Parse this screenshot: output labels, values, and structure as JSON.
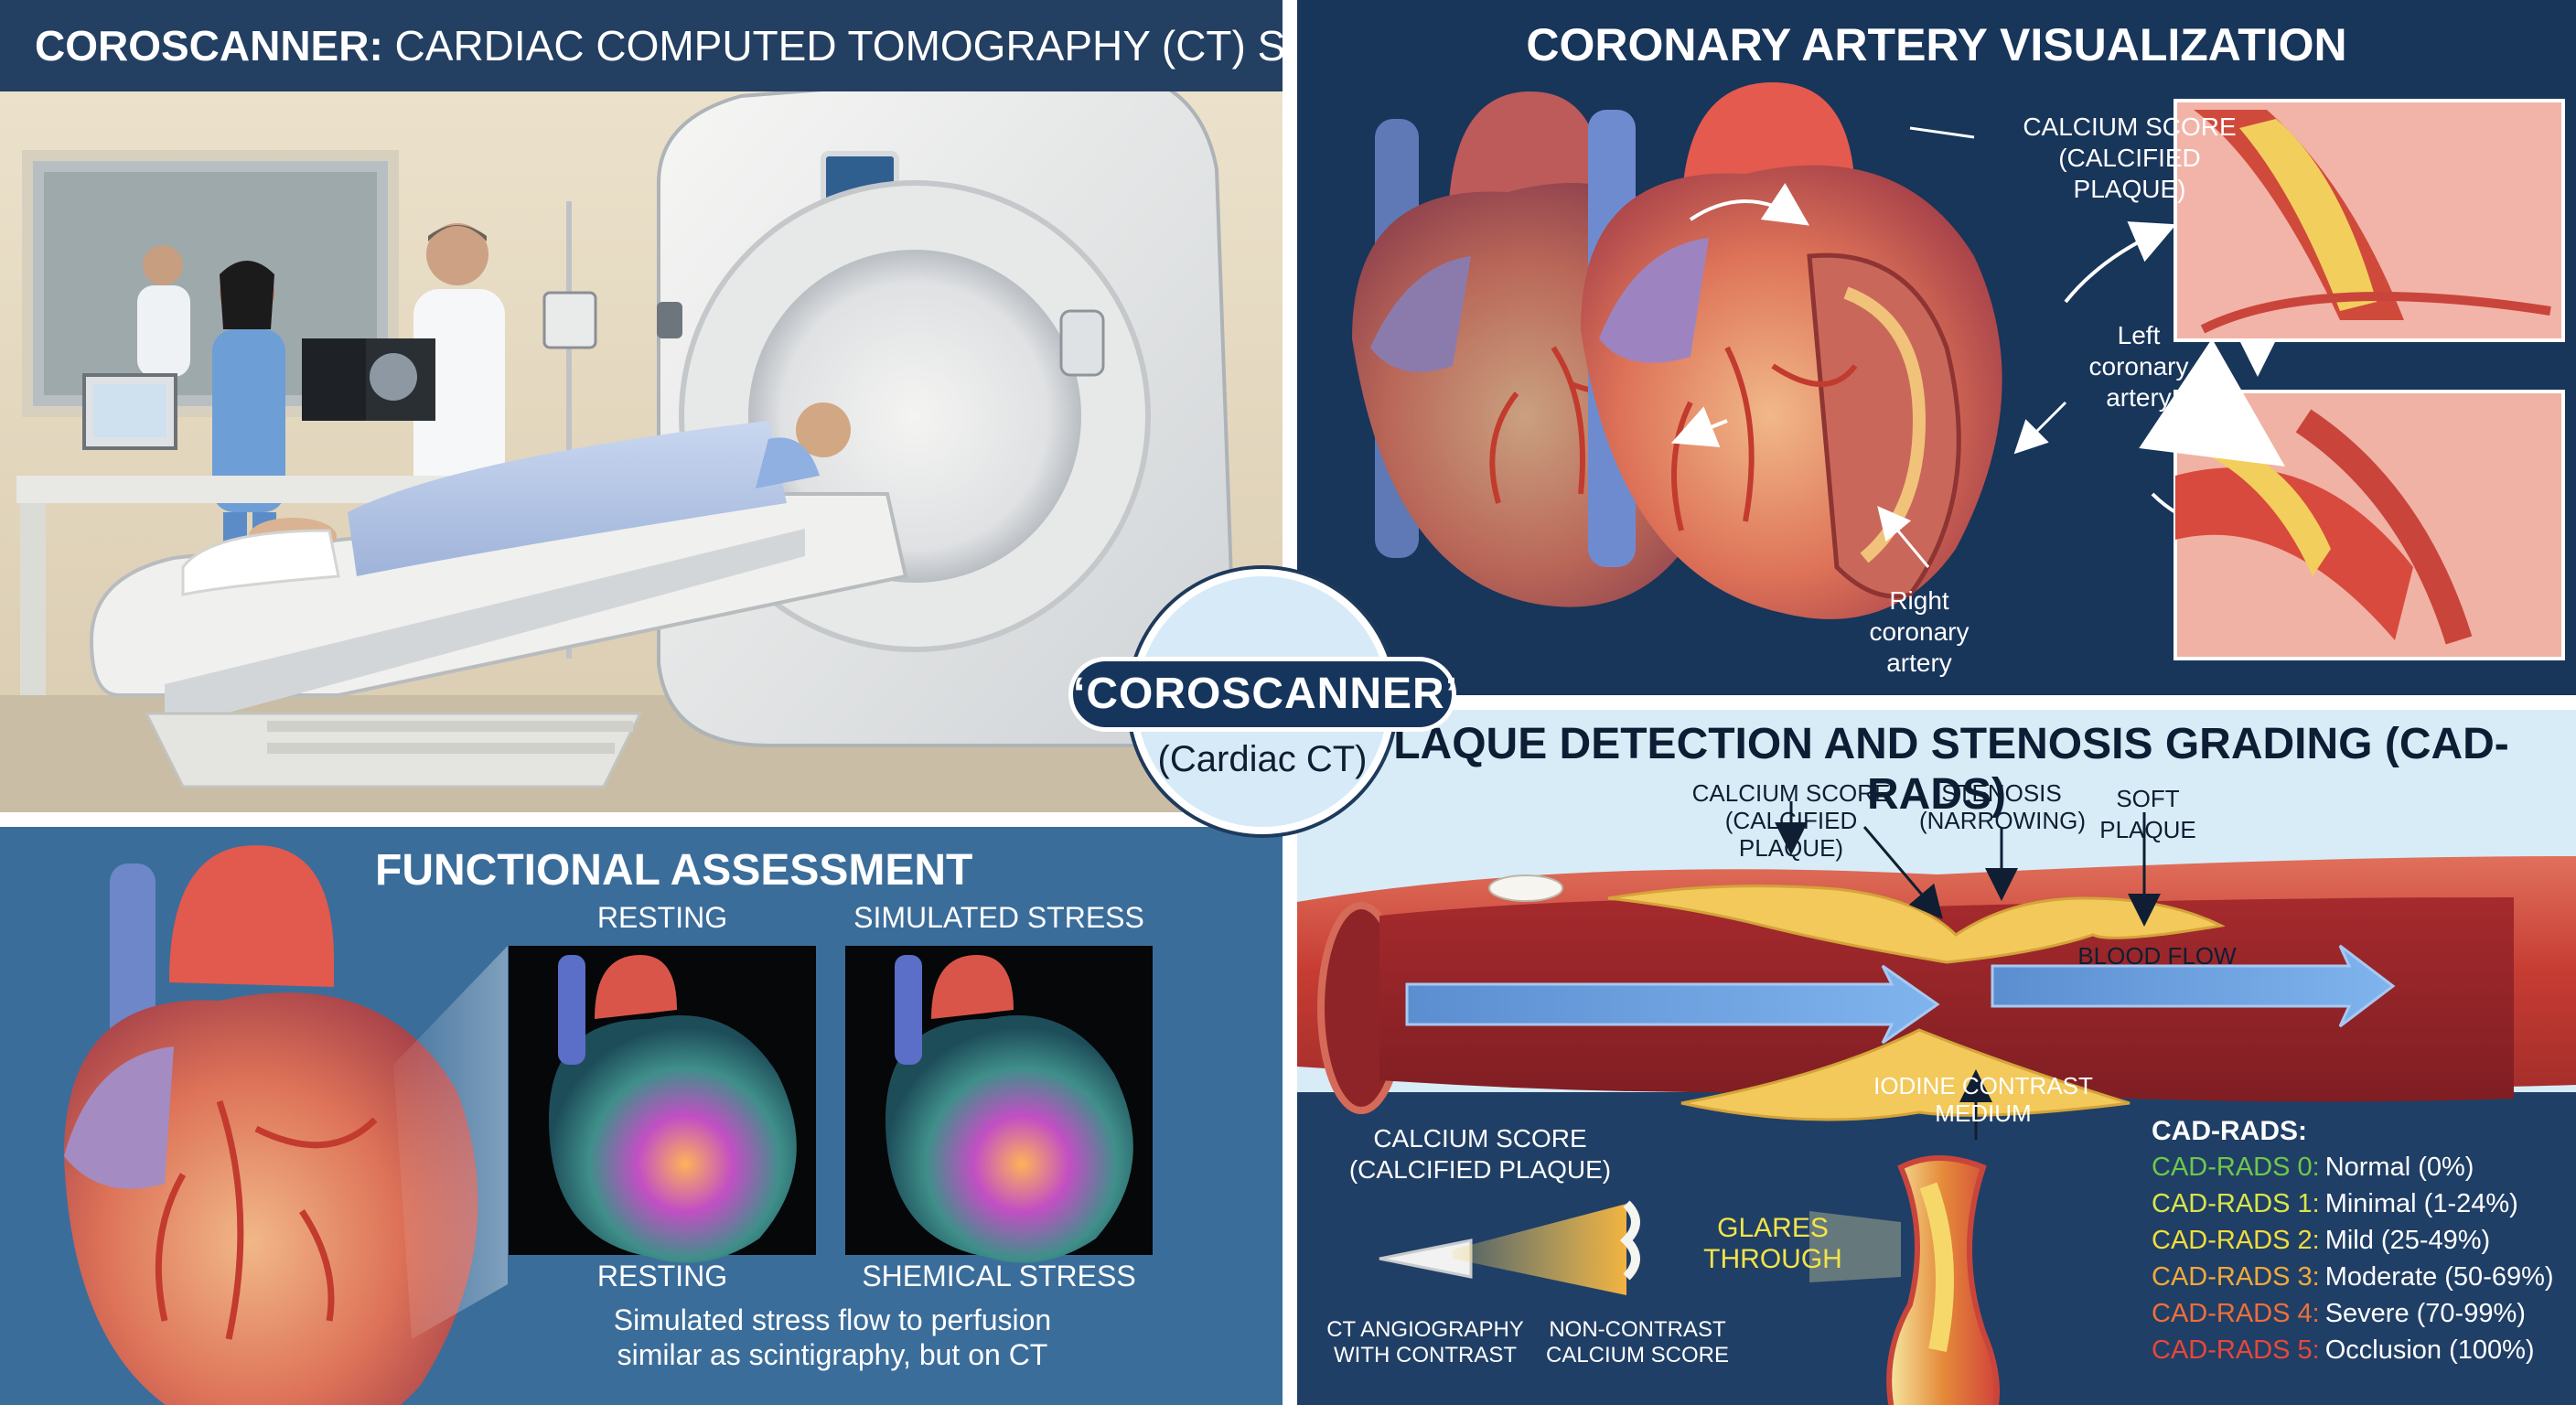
{
  "scanner_panel": {
    "title_bold": "COROSCANNER:",
    "title_rest": " CARDIAC COMPUTED TOMOGRAPHY (CT) SYSTEM"
  },
  "coronary_panel": {
    "title": "CORONARY ARTERY VISUALIZATION",
    "label_calcium_1": "CALCIUM SCORE",
    "label_calcium_2": "(CALCIFIED PLAQUE)",
    "label_left_1": "Left",
    "label_left_2": "coronary",
    "label_left_3": "artery",
    "label_right_1": "Right",
    "label_right_2": "coronary",
    "label_right_3": "artery"
  },
  "badge": {
    "name": "‘COROSCANNER’",
    "subtitle": "(Cardiac CT)"
  },
  "functional_panel": {
    "title": "FUNCTIONAL ASSESSMENT",
    "top_left_label": "RESTING",
    "top_right_label": "SIMULATED STRESS",
    "bottom_left_label": "RESTING",
    "bottom_right_label": "SHEMICAL STRESS",
    "caption_1": "Simulated stress flow to perfusion",
    "caption_2": "similar as scintigraphy, but on CT"
  },
  "plaque_panel": {
    "title": "PLAQUE DETECTION AND STENOSIS GRADING (CAD-RADS)",
    "calcium_1": "CALCIUM SCORE",
    "calcium_2": "(CALCIFIED PLAQUE)",
    "stenosis_1": "STENOSIS",
    "stenosis_2": "(NARROWING)",
    "soft_plaque": "SOFT PLAQUE",
    "blood_flow": "BLOOD FLOW",
    "iodine_1": "IODINE CONTRAST",
    "iodine_2": "MEDIUM",
    "lower_calcium_1": "CALCIUM SCORE",
    "lower_calcium_2": "(CALCIFIED PLAQUE)",
    "glares_1": "GLARES",
    "glares_2": "THROUGH",
    "ct_angio_1": "CT ANGIOGRAPHY",
    "ct_angio_2": "WITH CONTRAST",
    "noncontrast_1": "NON-CONTRAST",
    "noncontrast_2": "CALCIUM SCORE",
    "cadrads_heading": "CAD-RADS:",
    "cadrads": [
      {
        "code": "CAD-RADS 0:",
        "desc": "Normal (0%)",
        "color": "#6ec84a"
      },
      {
        "code": "CAD-RADS 1:",
        "desc": "Minimal (1-24%)",
        "color": "#d8e64a"
      },
      {
        "code": "CAD-RADS 2:",
        "desc": "Mild (25-49%)",
        "color": "#f2dc3c"
      },
      {
        "code": "CAD-RADS 3:",
        "desc": "Moderate (50-69%)",
        "color": "#f2a93a"
      },
      {
        "code": "CAD-RADS 4:",
        "desc": "Severe (70-99%)",
        "color": "#ee6f3a"
      },
      {
        "code": "CAD-RADS 5:",
        "desc": "Occlusion (100%)",
        "color": "#e8473a"
      }
    ]
  }
}
